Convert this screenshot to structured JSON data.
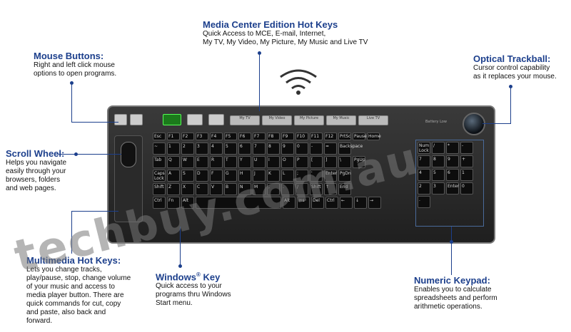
{
  "callouts": {
    "media_center": {
      "title": "Media Center Edition Hot Keys",
      "lines": [
        "Quick Access to MCE, E-mail, Internet,",
        "My TV, My Video, My Picture, My Music and Live TV"
      ]
    },
    "mouse_buttons": {
      "title": "Mouse Buttons:",
      "lines": [
        "Right and left click mouse",
        "options to open programs."
      ]
    },
    "optical_trackball": {
      "title": "Optical Trackball:",
      "lines": [
        "Cursor control capability",
        "as it replaces your mouse."
      ]
    },
    "scroll_wheel": {
      "title": "Scroll Wheel:",
      "lines": [
        "Helps you navigate",
        "easily through your",
        "browsers, folders",
        "and web pages."
      ]
    },
    "multimedia": {
      "title": "Multimedia Hot Keys:",
      "lines": [
        "Lets you change tracks,",
        "play/pause, stop, change volume",
        "of your music and access to",
        "media player button. There are",
        "quick commands for cut, copy",
        "and paste, also back and",
        "forward."
      ]
    },
    "windows_key": {
      "title_main": "Windows",
      "title_sup": "®",
      "title_end": " Key",
      "lines": [
        "Quick access to your",
        "programs thru Windows",
        "Start menu."
      ]
    },
    "numeric_keypad": {
      "title": "Numeric Keypad:",
      "lines": [
        "Enables you to calculate",
        "spreadsheets and perform",
        "arithmetic operations."
      ]
    },
    "watermark": "techbuy.com.au"
  },
  "keyboard": {
    "top_buttons": [
      "My TV",
      "My Video",
      "My Picture",
      "My Music",
      "Live TV"
    ],
    "fkeys": [
      "Esc",
      "F1",
      "F2",
      "F3",
      "F4",
      "F5",
      "F6",
      "F7",
      "F8",
      "F9",
      "F10",
      "F11",
      "F12",
      "PrtSc",
      "Pause",
      "Home"
    ],
    "row1": [
      "~",
      "1",
      "2",
      "3",
      "4",
      "5",
      "6",
      "7",
      "8",
      "9",
      "0",
      "-",
      "=",
      "Backspace"
    ],
    "row2": [
      "Tab",
      "Q",
      "W",
      "E",
      "R",
      "T",
      "Y",
      "U",
      "I",
      "O",
      "P",
      "[",
      "]",
      "\\",
      "PgUp"
    ],
    "row3": [
      "Caps Lock",
      "A",
      "S",
      "D",
      "F",
      "G",
      "H",
      "J",
      "K",
      "L",
      ";",
      "'",
      "Enter",
      "PgDn"
    ],
    "row4": [
      "Shift",
      "Z",
      "X",
      "C",
      "V",
      "B",
      "N",
      "M",
      ",",
      ".",
      "/",
      "Shift",
      "↑",
      "End"
    ],
    "row5": [
      "Ctrl",
      "Fn",
      "Alt",
      "",
      "Alt",
      "Ins",
      "Del",
      "Ctrl",
      "←",
      "↓",
      "→"
    ],
    "numpad": [
      "Num Lock",
      "/",
      "*",
      "-",
      "7",
      "8",
      "9",
      "+",
      "4",
      "5",
      "6",
      "1",
      "2",
      "3",
      "Enter",
      "0",
      "."
    ],
    "battery_label": "Battery Low"
  }
}
